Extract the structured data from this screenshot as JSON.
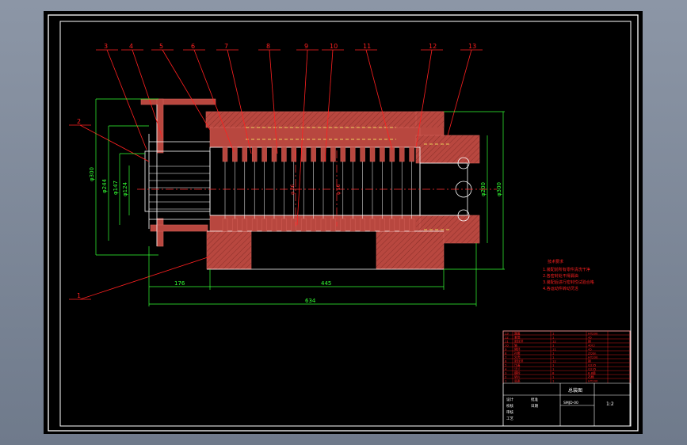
{
  "colors": {
    "background": "#000000",
    "frame": "#ffffff",
    "leader": "#ff2020",
    "part": "#b8473f",
    "dimension": "#33ff33",
    "centerline": "#ff3030",
    "dash": "#ffff66",
    "note": "#ff2020"
  },
  "part_labels": [
    "3",
    "4",
    "5",
    "6",
    "7",
    "8",
    "9",
    "10",
    "11",
    "12",
    "13",
    "2",
    "1"
  ],
  "dimensions": {
    "dia_300_left": "φ300",
    "dia_244": "φ244",
    "dia_147": "φ147",
    "dia_124": "φ124",
    "dia_right_inner": "φ200",
    "dia_right_outer": "φ300",
    "center_a": "φ 86",
    "center_b": "φ 56",
    "len_left": "176",
    "len_mid": "445",
    "len_total": "634"
  },
  "notes": {
    "title": "技术要求",
    "line1": "1.装配前所有零件清洗干净",
    "line2": "2.各密封处不得漏油",
    "line3": "3.装配后进行密封性试验合格",
    "line4": "4.各运动件转动灵活"
  },
  "title_block": {
    "name": "总装图",
    "scale": "1:2",
    "code": "SMJD-00",
    "bom_rows": [
      [
        "13",
        "端盖",
        "1",
        "HT200"
      ],
      [
        "12",
        "套筒",
        "1",
        "45"
      ],
      [
        "11",
        "密封环",
        "12",
        "铜"
      ],
      [
        "10",
        "轴",
        "1",
        "40Cr"
      ],
      [
        "9",
        "隔环",
        "11",
        "45"
      ],
      [
        "8",
        "衬套",
        "1",
        "ZQSn"
      ],
      [
        "7",
        "外壳",
        "1",
        "HT200"
      ],
      [
        "6",
        "密封环",
        "12",
        "铜"
      ],
      [
        "5",
        "压盖",
        "1",
        "Q235"
      ],
      [
        "4",
        "法兰",
        "1",
        "Q235"
      ],
      [
        "3",
        "螺栓",
        "8",
        "8.8级"
      ],
      [
        "2",
        "垫片",
        "1",
        "石棉"
      ],
      [
        "1",
        "底座",
        "1",
        "HT200"
      ]
    ],
    "r1": "设计",
    "r2": "校核",
    "r3": "审核",
    "r4": "工艺",
    "r5": "批准",
    "r6": "日期"
  }
}
